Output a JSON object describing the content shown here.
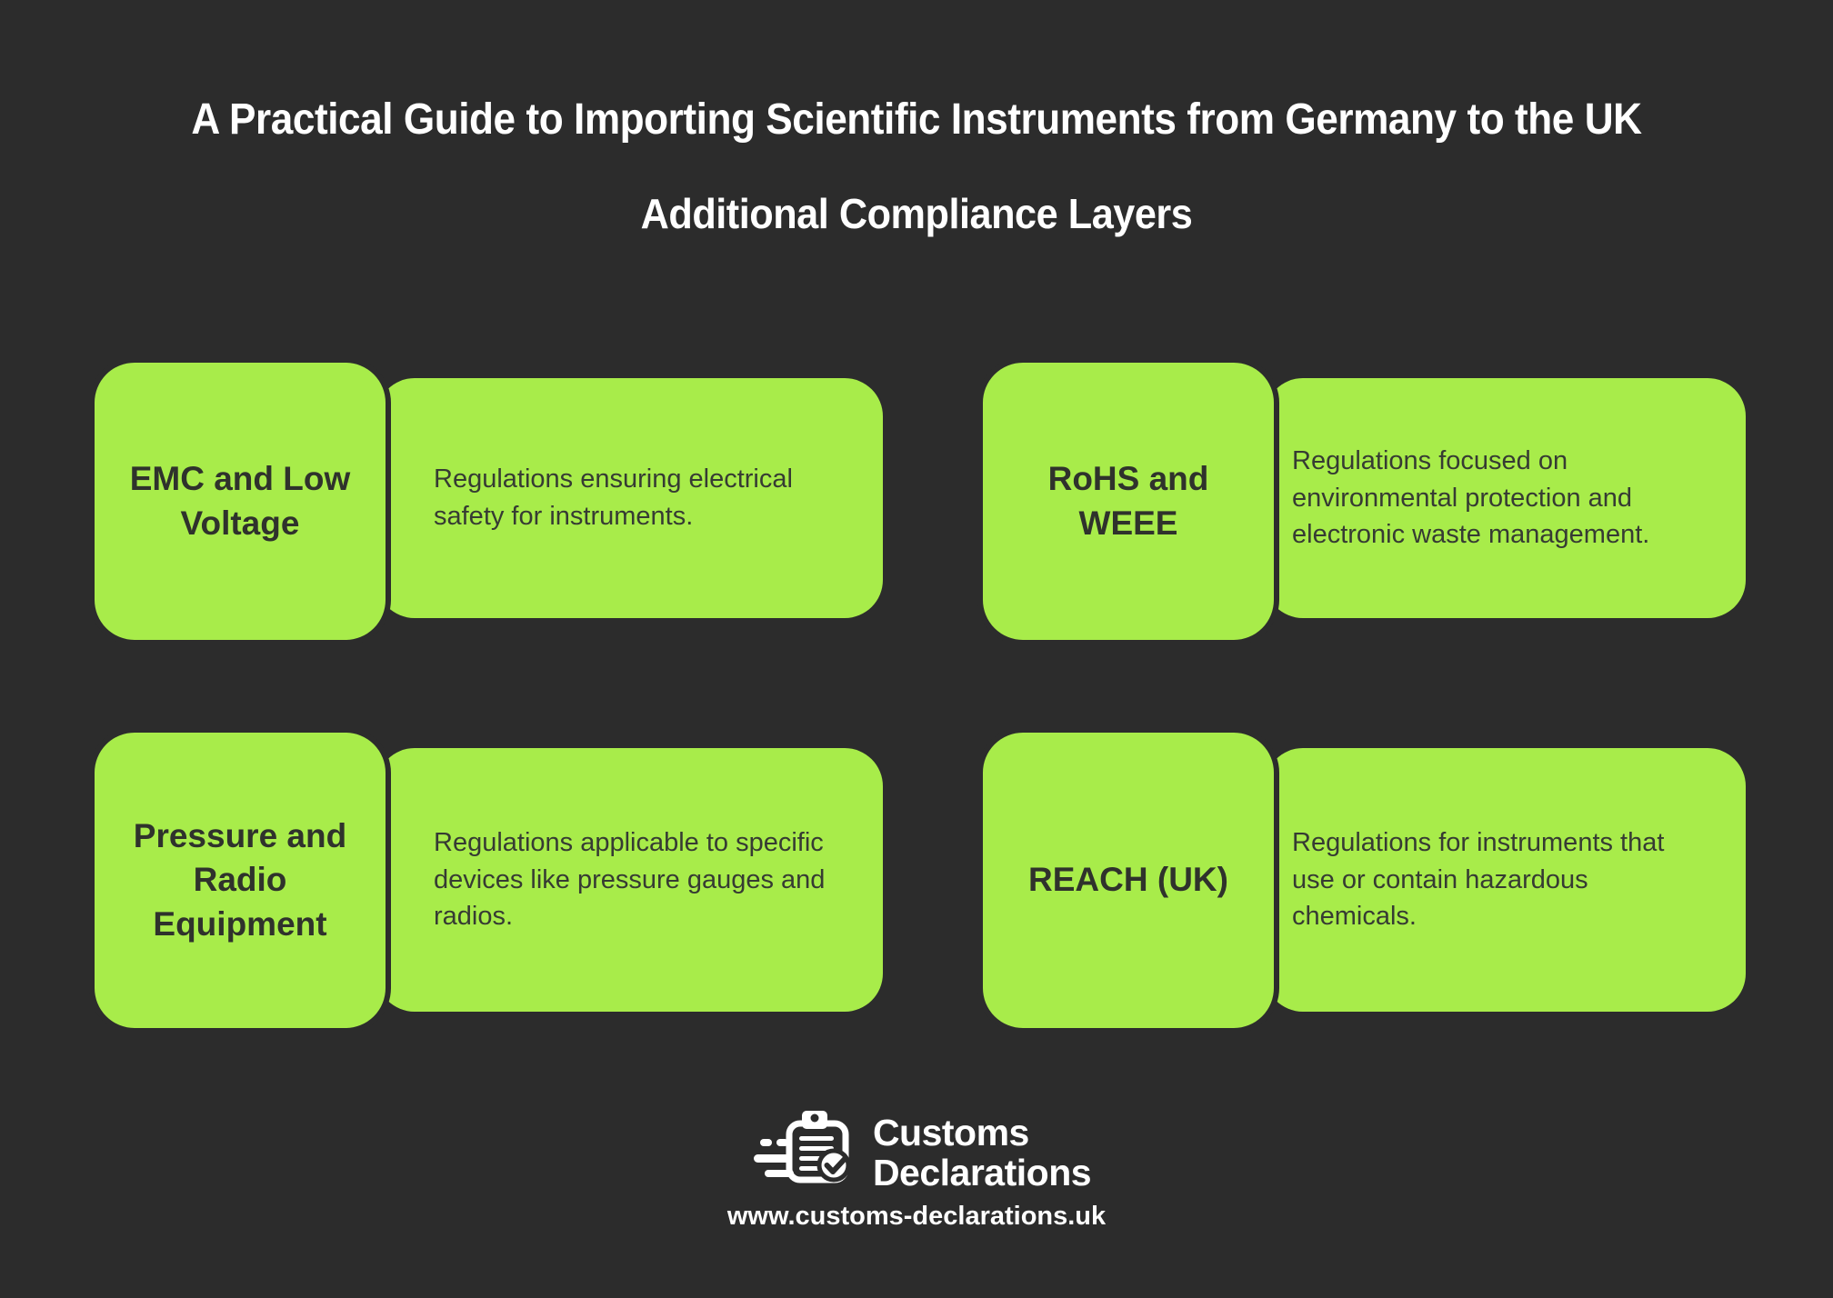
{
  "header": {
    "title": "A Practical Guide to Importing Scientific Instruments from Germany to the UK",
    "subtitle": "Additional Compliance Layers"
  },
  "cards": [
    {
      "label": "EMC and Low Voltage",
      "description": "Regulations ensuring electrical safety for instruments."
    },
    {
      "label": "RoHS and WEEE",
      "description": "Regulations focused on environmental protection and electronic waste management."
    },
    {
      "label": "Pressure and Radio Equipment",
      "description": "Regulations applicable to specific devices like pressure gauges and radios."
    },
    {
      "label": "REACH (UK)",
      "description": "Regulations for instruments that use or contain hazardous chemicals."
    }
  ],
  "footer": {
    "brand_line1": "Customs",
    "brand_line2": "Declarations",
    "website": "www.customs-declarations.uk",
    "logo_icon": "clipboard-check-icon"
  },
  "colors": {
    "background": "#2c2c2c",
    "card_green": "#a8ec4a",
    "title_text": "#ffffff",
    "card_text_dark": "#2f322c"
  }
}
